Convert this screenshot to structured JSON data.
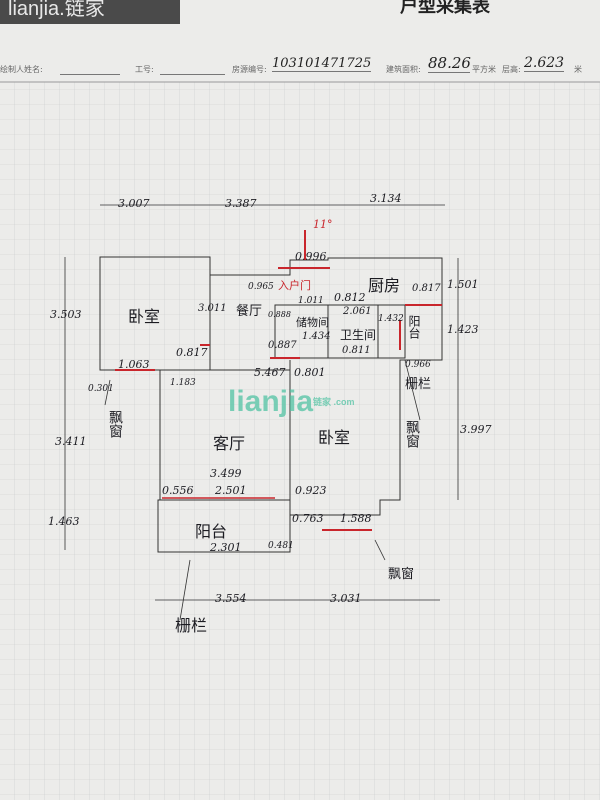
{
  "header": {
    "logo": "lianjia.链家",
    "title": "户型采集表"
  },
  "form": {
    "drawer_label": "绘制人姓名:",
    "id_label": "工号:",
    "listing_label": "房源编号:",
    "listing_no": "103101471725",
    "area_label": "建筑面积:",
    "area": "88.26",
    "area_unit": "平方米",
    "height_label": "层高:",
    "height": "2.623",
    "height_unit": "米"
  },
  "watermark": {
    "text": "lianjia",
    "sub": "链家 .com",
    "color": "#5cc6a8"
  },
  "rooms": {
    "bedroom1": "卧室",
    "dining": "餐厅",
    "kitchen": "厨房",
    "storage": "储物间",
    "bathroom": "卫生间",
    "balcony1": "阳台",
    "living": "客厅",
    "bedroom2": "卧室",
    "balcony2": "阳台",
    "baywin1": "飘窗",
    "baywin2": "飘窗",
    "railing1": "栅栏",
    "railing2": "栅栏",
    "baywin3": "飘窗",
    "entrance": "入户门",
    "angle": "11°"
  },
  "dims": {
    "top1": "3.007",
    "top2": "3.387",
    "top3": "3.134",
    "left1": "3.503",
    "left2": "3.411",
    "left3": "1.463",
    "right1": "1.501",
    "right2": "1.423",
    "right3": "3.997",
    "bottom1": "3.554",
    "bottom2": "3.031",
    "d0301": "0.301",
    "d1063": "1.063",
    "d0817a": "0.817",
    "d1183": "1.183",
    "d0996": "0.996",
    "d0965": "0.965",
    "d1011": "1.011",
    "d0812": "0.812",
    "d0817b": "0.817",
    "d3011": "3.011",
    "d0888": "0.888",
    "d0887": "0.887",
    "d2061": "2.061",
    "d1434": "1.434",
    "d0811": "0.811",
    "d1432": "1.432",
    "d0966": "0.966",
    "d5467": "5.467",
    "d0801": "0.801",
    "d3499": "3.499",
    "d0556": "0.556",
    "d2501": "2.501",
    "d0923": "0.923",
    "d0763": "0.763",
    "d1588": "1.588",
    "d2301": "2.301",
    "d0481": "0.481"
  }
}
